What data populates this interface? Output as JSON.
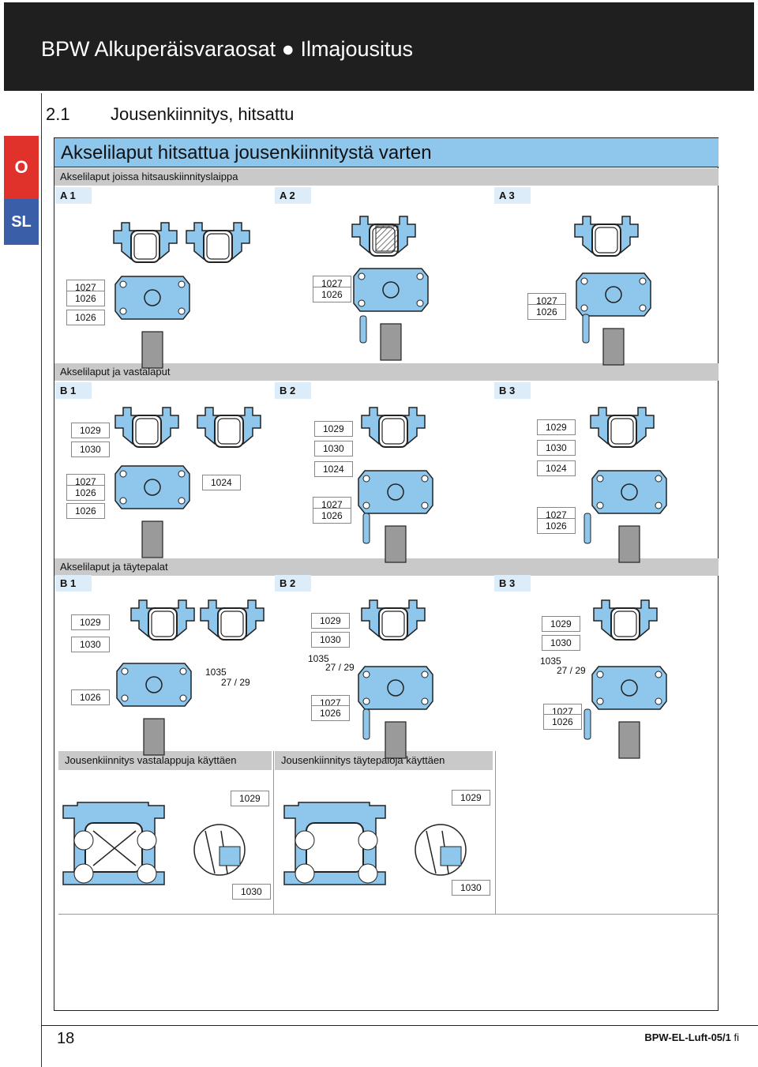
{
  "header": {
    "title": "BPW Alkuperäisvaraosat ● Ilmajousitus"
  },
  "section": {
    "number": "2.1",
    "title": "Jousenkiinnitys, hitsattu"
  },
  "tabs": {
    "o": "O",
    "sl": "SL"
  },
  "main": {
    "title": "Akselilaput hitsattua jousenkiinnitystä varten",
    "group_a": {
      "title": "Akselilaput joissa hitsauskiinnityslaippa",
      "labels": [
        "A 1",
        "A 2",
        "A 3"
      ],
      "a1_codes": [
        "1027",
        "1026",
        "1026"
      ],
      "a2_codes": [
        "1027",
        "1026"
      ],
      "a3_codes": [
        "1027",
        "1026"
      ]
    },
    "group_b": {
      "title": "Akselilaput ja vastalaput",
      "labels": [
        "B 1",
        "B 2",
        "B 3"
      ],
      "b1_codes": [
        "1029",
        "1030",
        "1027",
        "1026",
        "1026",
        "1024"
      ],
      "b2_codes": [
        "1029",
        "1030",
        "1024",
        "1027",
        "1026"
      ],
      "b3_codes": [
        "1029",
        "1030",
        "1024",
        "1027",
        "1026"
      ]
    },
    "group_c": {
      "title": "Akselilaput ja täytepalat",
      "labels": [
        "B 1",
        "B 2",
        "B 3"
      ],
      "b1_codes": [
        "1029",
        "1030",
        "1026",
        "1035",
        "27 / 29"
      ],
      "b2_codes": [
        "1029",
        "1030",
        "1035",
        "27 / 29",
        "1027",
        "1026"
      ],
      "b3_codes": [
        "1029",
        "1030",
        "1035",
        "27 / 29",
        "1027",
        "1026"
      ]
    },
    "bottom": {
      "left_title": "Jousenkiinnitys vastalappuja käyttäen",
      "right_title": "Jousenkiinnitys täytepaloja käyttäen",
      "left_codes": [
        "1029",
        "1030"
      ],
      "right_codes": [
        "1029",
        "1030"
      ]
    }
  },
  "footer": {
    "page_number": "18",
    "doc_ref": "BPW-EL-Luft-05/1",
    "lang": "fi"
  },
  "colors": {
    "part_blue": "#8ec6ec",
    "header_bg": "#1f1f1f",
    "tab_o": "#e0322b",
    "tab_sl": "#3a5fa8"
  }
}
